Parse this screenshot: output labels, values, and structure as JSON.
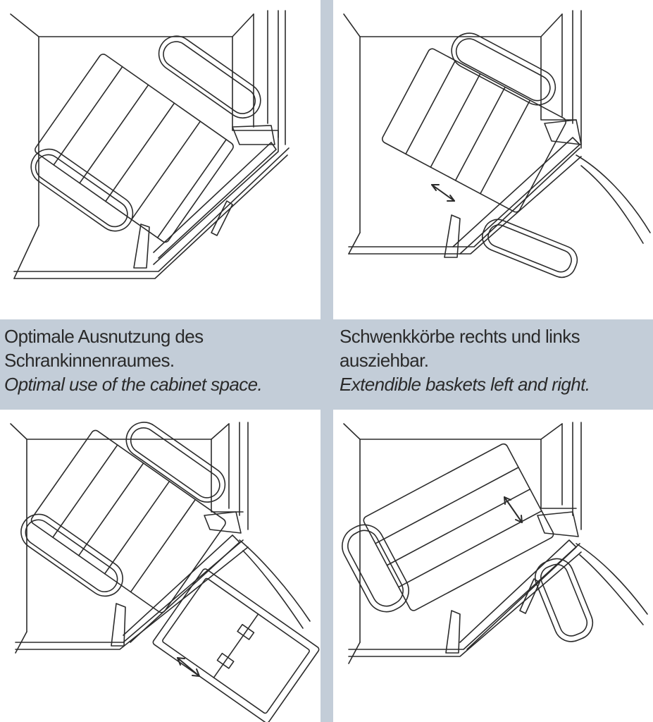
{
  "captions": {
    "left": {
      "de_line1": "Optimale Ausnutzung des",
      "de_line2": "Schrankinnenraumes.",
      "en": "Optimal use of the cabinet space."
    },
    "right": {
      "de_line1": "Schwenkkörbe rechts und links",
      "de_line2": "ausziehbar.",
      "en": "Extendible baskets left and right."
    }
  },
  "colors": {
    "band": "#c3cdd8",
    "line": "#2b2b2b",
    "text": "#2a2a2a"
  }
}
